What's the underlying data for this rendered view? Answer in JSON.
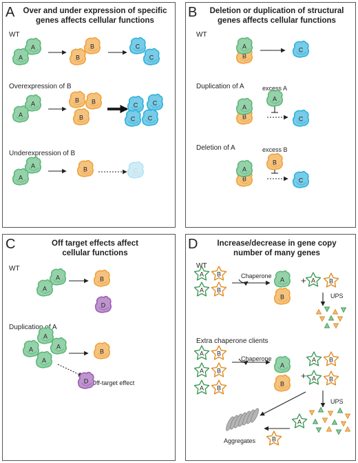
{
  "panels": {
    "a": {
      "letter": "A",
      "title_line1": "Over and under expression of specific",
      "title_line2": "genes affects cellular functions",
      "wt": "WT",
      "overexpression": "Overexpression of B",
      "underexpression": "Underexpression of B"
    },
    "b": {
      "letter": "B",
      "title_line1": "Deletion or duplication of structural",
      "title_line2": "genes affects cellular functions",
      "wt": "WT",
      "duplication": "Duplication of A",
      "excess_a": "excess A",
      "deletion": "Deletion of A",
      "excess_b": "excess B"
    },
    "c": {
      "letter": "C",
      "title_line1": "Off target effects affect",
      "title_line2": "cellular functions",
      "wt": "WT",
      "duplication": "Duplication of A",
      "off_target": "Off-target effect"
    },
    "d": {
      "letter": "D",
      "title_line1": "Increase/decrease in gene copy",
      "title_line2": "number of many genes",
      "wt": "WT",
      "chaperone1": "Chaperone",
      "ups1": "UPS",
      "extra": "Extra chaperone clients",
      "chaperone2": "Chaperone",
      "ups2": "UPS",
      "aggregates": "Aggregates",
      "plus": "+"
    }
  },
  "proteins": {
    "a": "A",
    "b": "B",
    "c": "C",
    "d": "D"
  },
  "colors": {
    "protein_a": "#5cb87a",
    "protein_b": "#f0a23a",
    "protein_c": "#2fb0dc",
    "protein_d": "#9b5cb4",
    "star_a": "#3a9a55",
    "star_b": "#e08a1e",
    "aggregate": "#8a8a8a"
  }
}
